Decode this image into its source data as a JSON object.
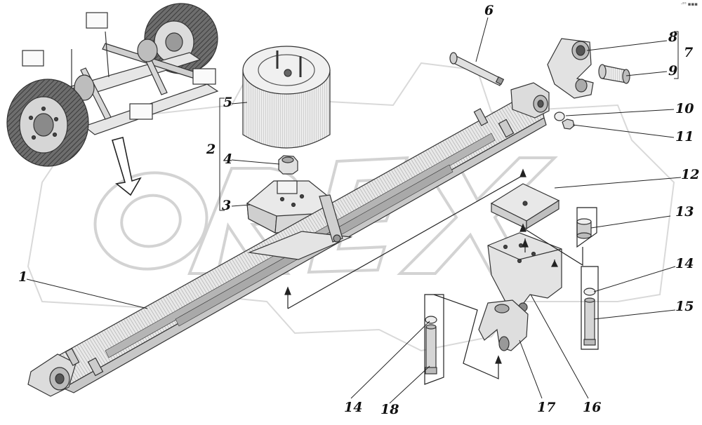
{
  "diagram": {
    "callouts": [
      {
        "id": "c1",
        "label": "1"
      },
      {
        "id": "c2",
        "label": "2"
      },
      {
        "id": "c3",
        "label": "3"
      },
      {
        "id": "c4",
        "label": "4"
      },
      {
        "id": "c5",
        "label": "5"
      },
      {
        "id": "c6",
        "label": "6"
      },
      {
        "id": "c7",
        "label": "7"
      },
      {
        "id": "c8",
        "label": "8"
      },
      {
        "id": "c9",
        "label": "9"
      },
      {
        "id": "c10",
        "label": "10"
      },
      {
        "id": "c11",
        "label": "11"
      },
      {
        "id": "c12",
        "label": "12"
      },
      {
        "id": "c13",
        "label": "13"
      },
      {
        "id": "c14a",
        "label": "14"
      },
      {
        "id": "c14b",
        "label": "14"
      },
      {
        "id": "c15",
        "label": "15"
      },
      {
        "id": "c16",
        "label": "16"
      },
      {
        "id": "c17",
        "label": "17"
      },
      {
        "id": "c18",
        "label": "18"
      }
    ],
    "watermark": "OREX",
    "corner_mark": "·²⁰ ▪▪▪"
  }
}
